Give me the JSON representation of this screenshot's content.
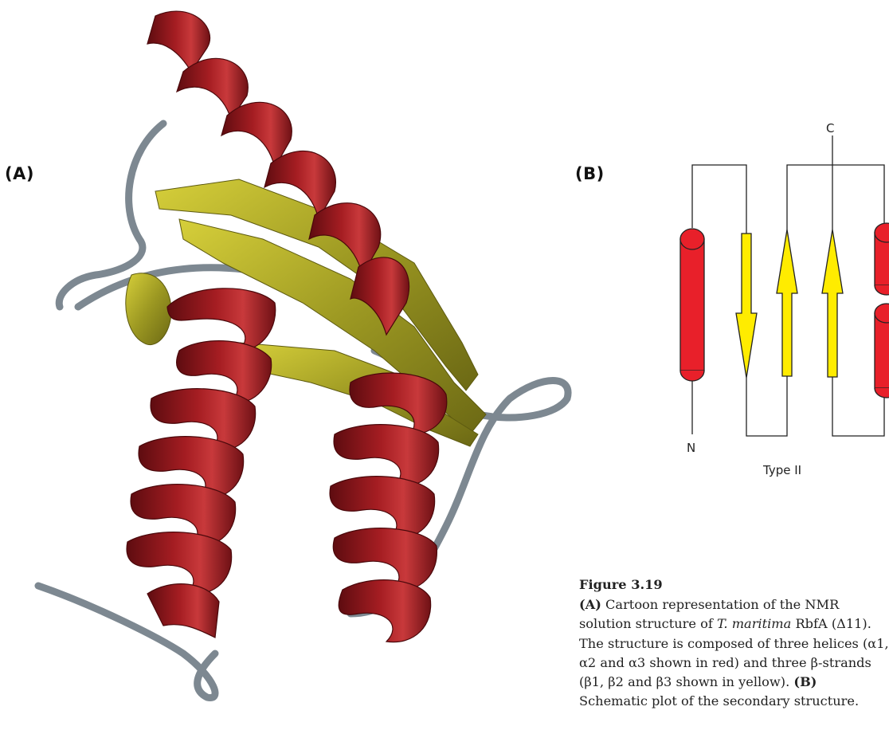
{
  "panel_labels": {
    "a": "(A)",
    "b": "(B)"
  },
  "topology": {
    "c_terminus": "C",
    "n_terminus": "N",
    "type": "Type II",
    "colors": {
      "helix": "#e8202a",
      "strand": "#ffec00",
      "line": "#222222"
    }
  },
  "structure_colors": {
    "helix": "#9b1a1d",
    "strand": "#a5a226",
    "loop": "#7d8891"
  },
  "caption": {
    "title": "Figure 3.19",
    "a_tag": "(A)",
    "text1": " Cartoon representation of the NMR solution structure of ",
    "species": "T. maritima",
    "text2": " RbfA (Δ11). The structure is composed of three helices (α1, α2 and α3 shown in red) and three β-strands (β1, β2 and β3 shown in yellow). ",
    "b_tag": "(B)",
    "text3": " Schematic plot of the secondary structure."
  }
}
